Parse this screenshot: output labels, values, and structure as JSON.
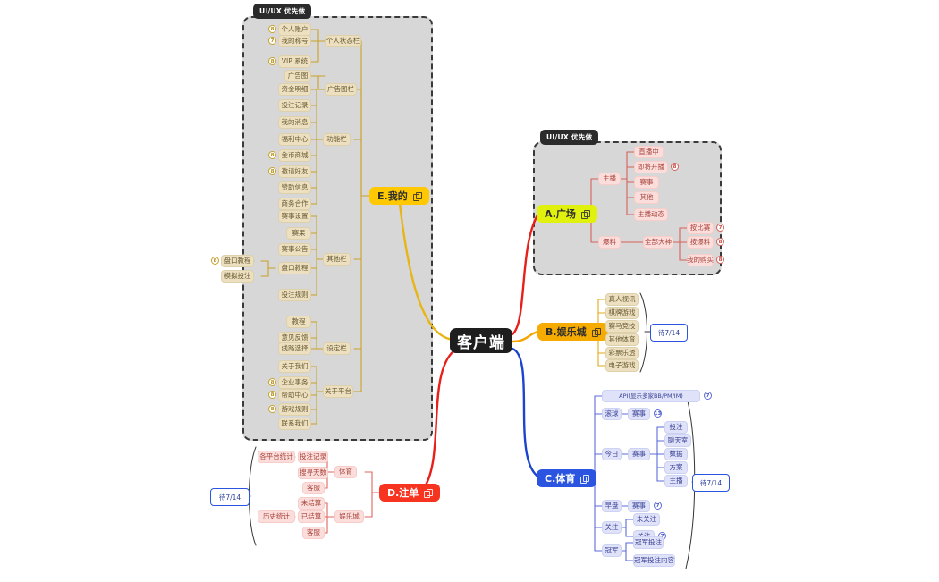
{
  "root": {
    "label": "客户端"
  },
  "group_tags": [
    {
      "label": "UI/UX 优先做"
    },
    {
      "label": "UI/UX 优先做"
    }
  ],
  "pending": [
    {
      "label": "待7/14"
    },
    {
      "label": "待7/14"
    },
    {
      "label": "待7/14"
    }
  ],
  "branches": {
    "e_my": {
      "label": "E.我的",
      "columns": {
        "status_bar": "个人状态栏",
        "ad_bar": "广告图栏",
        "function_bar": "功能栏",
        "other_bar": "其他栏",
        "setting_bar": "设定栏",
        "about_platform": "关于平台"
      },
      "status_items": [
        "个人账户",
        "我的称号",
        "VIP 系统"
      ],
      "status_badges": [
        "8",
        "7",
        "8"
      ],
      "ad_items": [
        "广告图"
      ],
      "function_items": [
        "资金明细",
        "投注记录",
        "我的消息",
        "福利中心",
        "金币商城",
        "邀请好友",
        "赞助信息",
        "商务合作"
      ],
      "function_badges": [
        "8",
        "8"
      ],
      "other_items": [
        "赛事设置",
        "赛果",
        "赛事公告",
        "盘口教程",
        "投注规则"
      ],
      "tutorial_sub": [
        "盘口教程",
        "模拟投注"
      ],
      "tutorial_badge": "8",
      "setting_items": [
        "教程",
        "意见反馈",
        "线路选择"
      ],
      "about_items": [
        "关于我们",
        "企业事务",
        "帮助中心",
        "游戏规则",
        "联系我们"
      ],
      "about_badges": [
        "8",
        "8",
        "8"
      ]
    },
    "a_plaza": {
      "label": "A.广场",
      "anchor": "主播",
      "anchor_items": [
        "直播中",
        "即将开播",
        "赛事",
        "其他",
        "主播动态"
      ],
      "anchor_badge": "8",
      "scoop": "爆料",
      "scoop_all": "全部大神",
      "scoop_items": [
        "按比赛",
        "按爆料",
        "我的购买"
      ],
      "scoop_badges": [
        "7",
        "8",
        "8"
      ]
    },
    "b_casino": {
      "label": "B.娱乐城",
      "items": [
        "真人视讯",
        "棋牌游戏",
        "赛马竞技",
        "其他体育",
        "彩票乐透",
        "电子游戏"
      ]
    },
    "c_sports": {
      "label": "C.体育",
      "api": "API(显示多家BB/PM/IM)",
      "api_badge": "7",
      "rolling": "滚球",
      "rolling_event": "赛事",
      "rolling_badge": "13",
      "today": "今日",
      "today_event": "赛事",
      "today_items": [
        "投注",
        "聊天室",
        "数据",
        "方案",
        "主播"
      ],
      "early": "早盘",
      "early_event": "赛事",
      "early_badge": "7",
      "follow": "关注",
      "follow_items": [
        "未关注",
        "关注"
      ],
      "follow_badge": "7",
      "champion": "冠军",
      "champion_items": [
        "冠军投注",
        "冠军投注内容"
      ]
    },
    "d_orders": {
      "label": "D.注单",
      "sports": "体育",
      "casino": "娱乐城",
      "platform_stat": "各平台统计",
      "history_stat": "历史统计",
      "sports_items": [
        "投注记录",
        "搜寻天数",
        "客服"
      ],
      "casino_items": [
        "未结算",
        "已结算",
        "客服"
      ]
    }
  }
}
